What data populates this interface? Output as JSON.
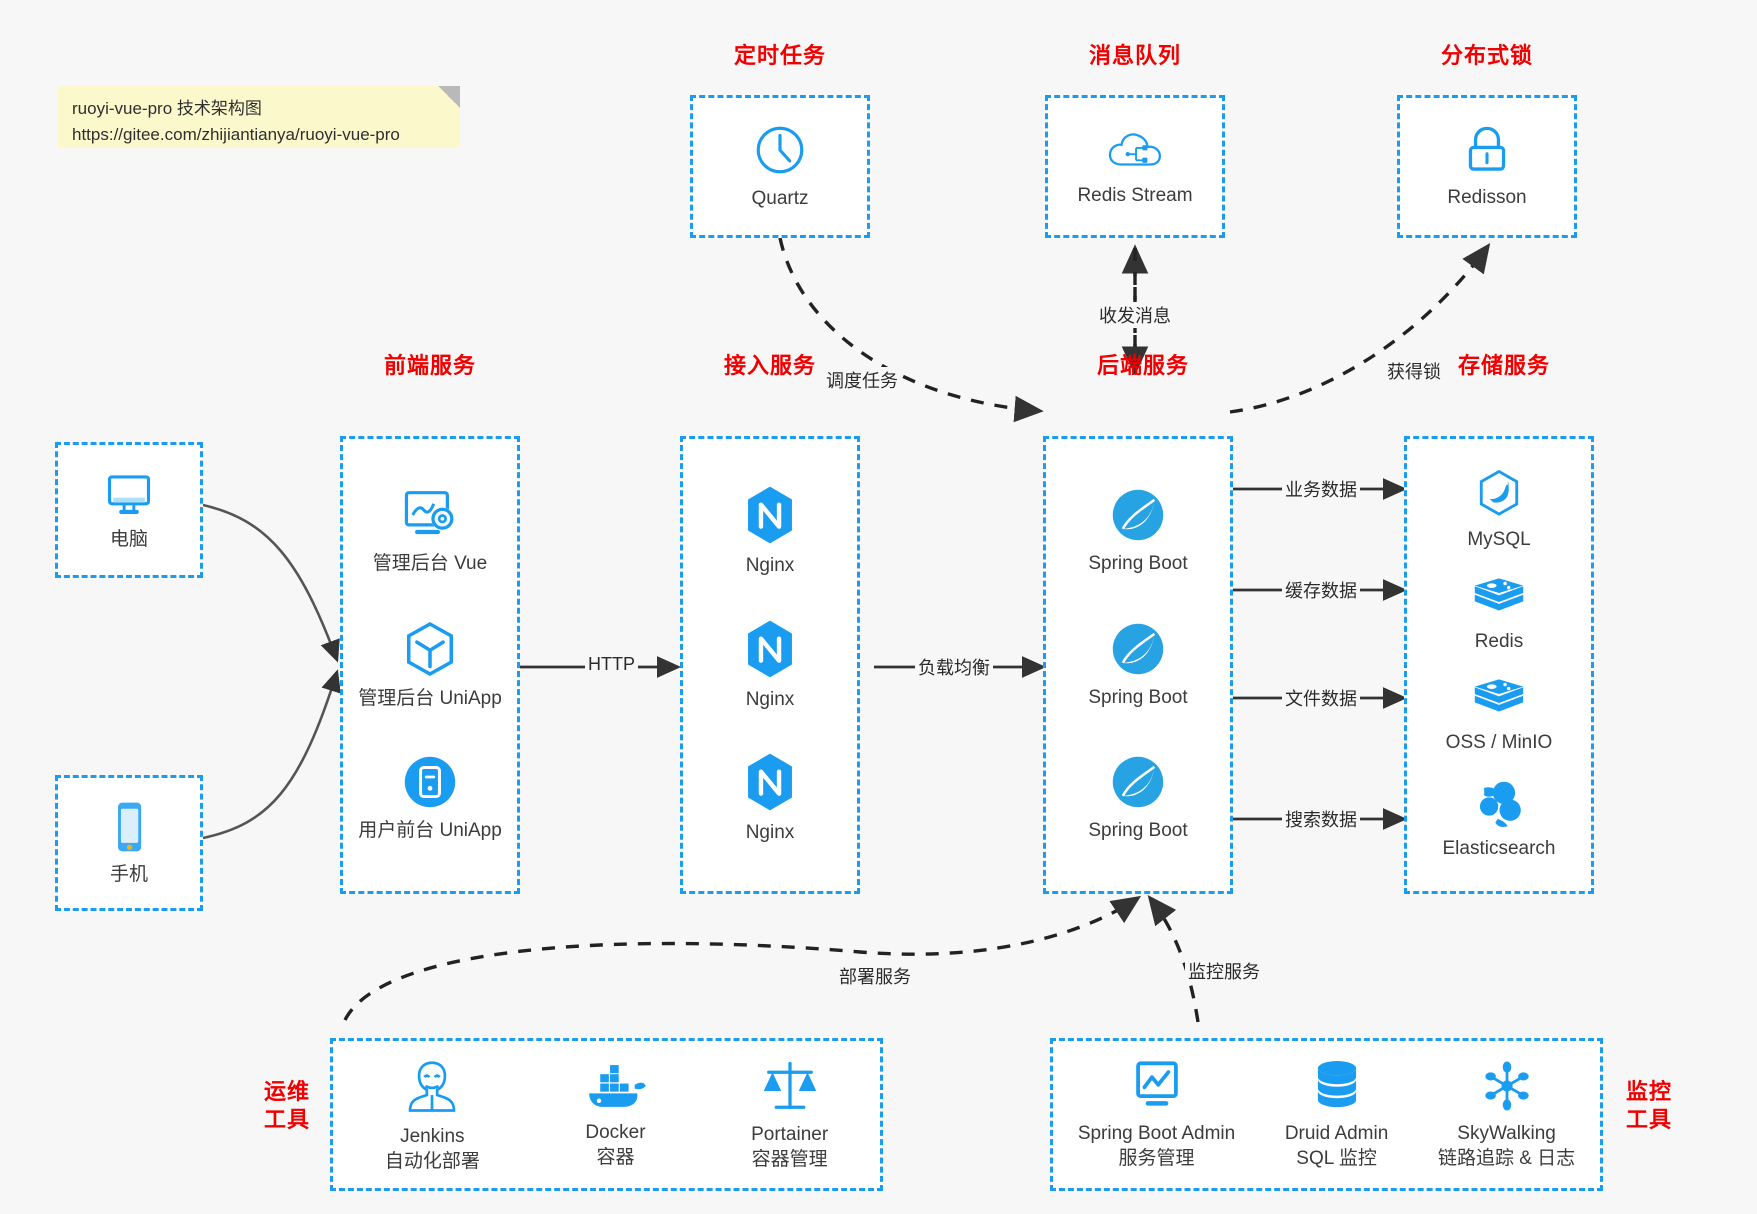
{
  "note": {
    "line1": "ruoyi-vue-pro 技术架构图",
    "line2": "https://gitee.com/zhijiantianya/ruoyi-vue-pro"
  },
  "colors": {
    "accent_blue": "#1a9cf0",
    "title_red": "#f00000",
    "note_yellow": "#fbf8cc",
    "background": "#f7f7f7",
    "text": "#3c3c3c",
    "wire": "#333333"
  },
  "groups": {
    "scheduled_task": {
      "title": "定时任务",
      "items": [
        {
          "label": "Quartz",
          "icon": "clock-icon"
        }
      ]
    },
    "message_queue": {
      "title": "消息队列",
      "items": [
        {
          "label": "Redis Stream",
          "icon": "cloud-network-icon"
        }
      ]
    },
    "distributed_lock": {
      "title": "分布式锁",
      "items": [
        {
          "label": "Redisson",
          "icon": "lock-icon"
        }
      ]
    },
    "clients": {
      "title": "",
      "items": [
        {
          "label": "电脑",
          "icon": "desktop-icon"
        },
        {
          "label": "手机",
          "icon": "mobile-icon"
        }
      ]
    },
    "frontend": {
      "title": "前端服务",
      "items": [
        {
          "label": "管理后台 Vue",
          "icon": "dashboard-gear-icon"
        },
        {
          "label": "管理后台 UniApp",
          "icon": "cube-icon"
        },
        {
          "label": "用户前台 UniApp",
          "icon": "app-circle-icon"
        }
      ]
    },
    "gateway": {
      "title": "接入服务",
      "items": [
        {
          "label": "Nginx",
          "icon": "nginx-icon"
        },
        {
          "label": "Nginx",
          "icon": "nginx-icon"
        },
        {
          "label": "Nginx",
          "icon": "nginx-icon"
        }
      ]
    },
    "backend": {
      "title": "后端服务",
      "items": [
        {
          "label": "Spring Boot",
          "icon": "spring-boot-icon"
        },
        {
          "label": "Spring Boot",
          "icon": "spring-boot-icon"
        },
        {
          "label": "Spring Boot",
          "icon": "spring-boot-icon"
        }
      ]
    },
    "storage": {
      "title": "存储服务",
      "items": [
        {
          "label": "MySQL",
          "icon": "mysql-icon"
        },
        {
          "label": "Redis",
          "icon": "redis-icon"
        },
        {
          "label": "OSS / MinIO",
          "icon": "redis-icon"
        },
        {
          "label": "Elasticsearch",
          "icon": "elasticsearch-icon"
        }
      ]
    },
    "devops": {
      "title": "运维\n工具",
      "items": [
        {
          "label": "Jenkins",
          "sub": "自动化部署",
          "icon": "jenkins-icon"
        },
        {
          "label": "Docker",
          "sub": "容器",
          "icon": "docker-icon"
        },
        {
          "label": "Portainer",
          "sub": "容器管理",
          "icon": "scales-icon"
        }
      ]
    },
    "monitoring": {
      "title": "监控\n工具",
      "items": [
        {
          "label": "Spring Boot Admin",
          "sub": "服务管理",
          "icon": "monitor-chart-icon"
        },
        {
          "label": "Druid Admin",
          "sub": "SQL 监控",
          "icon": "database-icon"
        },
        {
          "label": "SkyWalking",
          "sub": "链路追踪 & 日志",
          "icon": "skywalking-icon"
        }
      ]
    }
  },
  "edges": [
    {
      "id": "http",
      "label": "HTTP"
    },
    {
      "id": "load_balance",
      "label": "负载均衡"
    },
    {
      "id": "schedule_task",
      "label": "调度任务"
    },
    {
      "id": "send_receive_message",
      "label": "收发消息"
    },
    {
      "id": "acquire_lock",
      "label": "获得锁"
    },
    {
      "id": "business_data",
      "label": "业务数据"
    },
    {
      "id": "cache_data",
      "label": "缓存数据"
    },
    {
      "id": "file_data",
      "label": "文件数据"
    },
    {
      "id": "search_data",
      "label": "搜索数据"
    },
    {
      "id": "deploy_service",
      "label": "部署服务"
    },
    {
      "id": "monitor_service",
      "label": "监控服务"
    }
  ]
}
